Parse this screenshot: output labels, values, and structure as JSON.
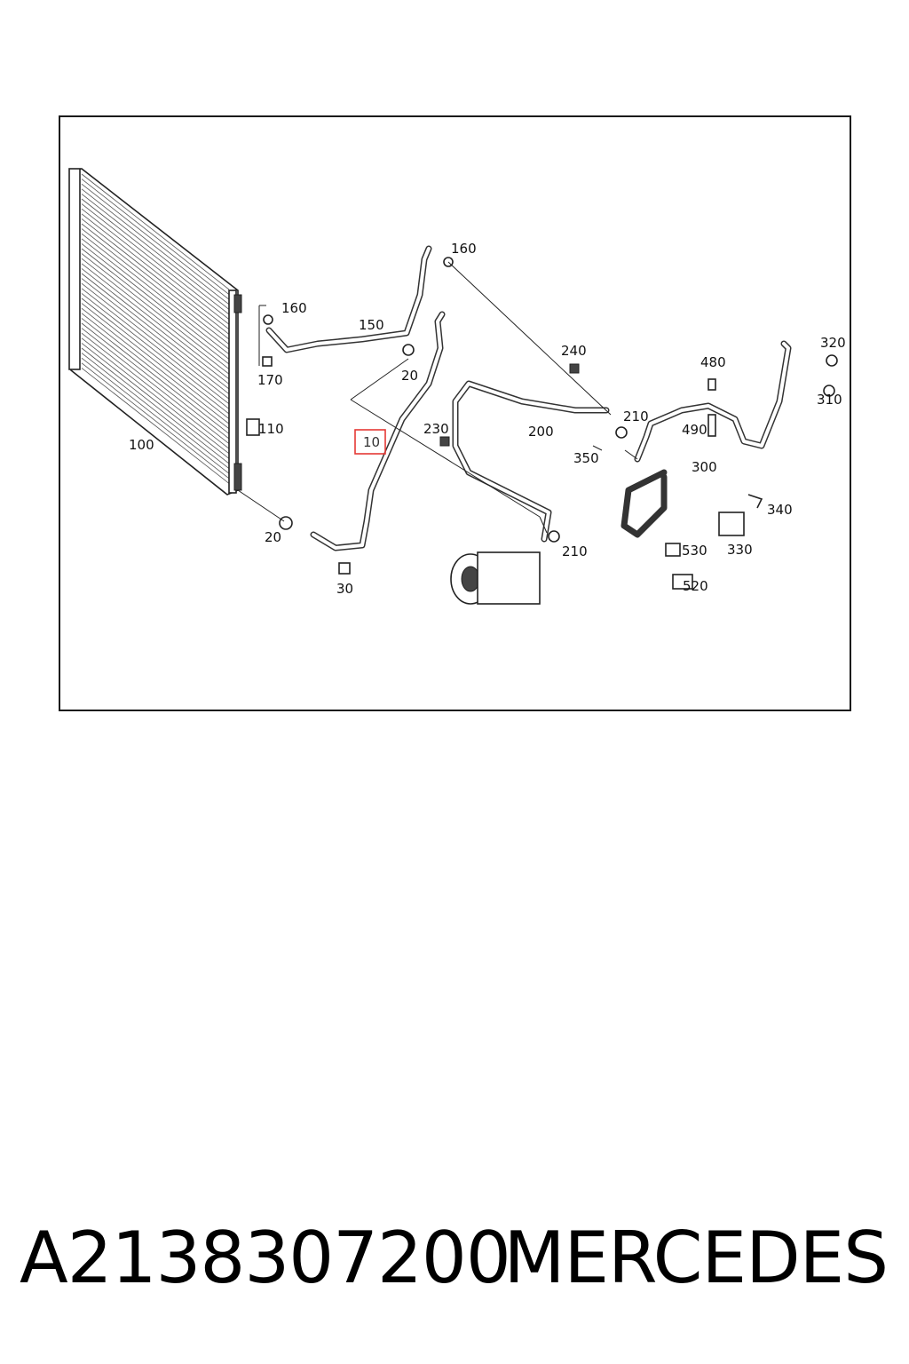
{
  "callouts": {
    "c10": "10",
    "c20a": "20",
    "c20b": "20",
    "c30": "30",
    "c100": "100",
    "c110": "110",
    "c150": "150",
    "c160a": "160",
    "c160b": "160",
    "c170": "170",
    "c200": "200",
    "c210a": "210",
    "c210b": "210",
    "c230": "230",
    "c240": "240",
    "c300": "300",
    "c310": "310",
    "c320": "320",
    "c330": "330",
    "c340": "340",
    "c350": "350",
    "c480": "480",
    "c490": "490",
    "c520": "520",
    "c530": "530"
  },
  "highlight": {
    "callout": "10",
    "color": "#e53935"
  },
  "caption": {
    "part_number": "A2138307200",
    "brand": "MERCEDES"
  }
}
